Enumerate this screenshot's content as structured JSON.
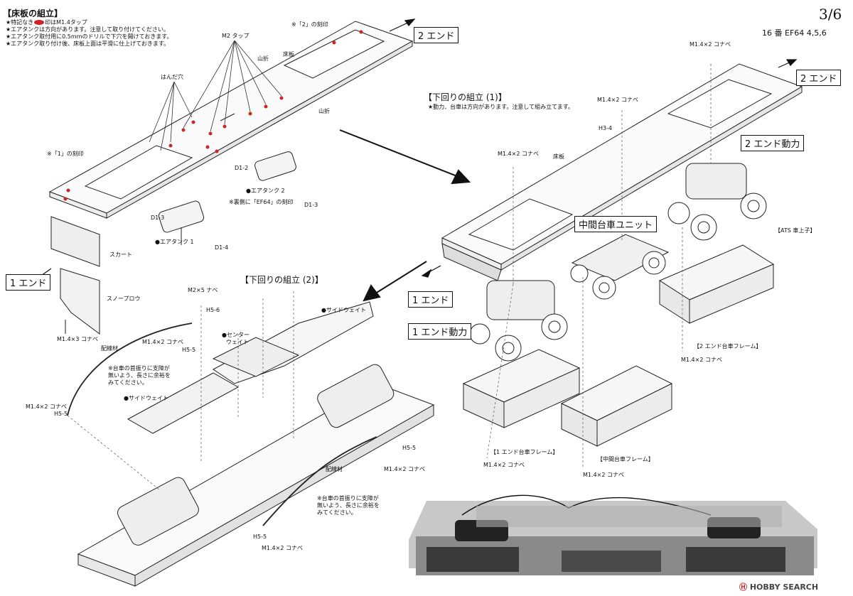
{
  "page": {
    "number": "3/6",
    "model": "16 番 EF64 4,5,6"
  },
  "section_floor": {
    "title": "【床板の組立】",
    "notes": [
      [
        "★特記なき",
        "印はM1.4タップ"
      ],
      [
        "★エアタンクは方向があります。注意して取り付けてください。"
      ],
      [
        "★エアタンク取付用に0.5mmのドリルで下穴を開けておきます。"
      ],
      [
        "★エアタンク取り付け後、床板上面は平滑に仕上げておきます。"
      ]
    ],
    "labels": {
      "m2_tap": "M2 タップ",
      "engrave2": "※「2」の刻印",
      "yamaori1": "山折",
      "yukaita": "床板",
      "yamaori2": "山折",
      "handa": "はんだ穴",
      "engrave1": "※「1」の刻印",
      "d12": "D1-2",
      "airtank2": "●エアタンク 2",
      "ef64_mark": "※裏側に「EF64」の刻印",
      "d13a": "D1-3",
      "d13b": "D1-3",
      "airtank1": "●エアタンク 1",
      "d14": "D1-4",
      "skirt": "スカート",
      "snowplow": "スノープロウ",
      "m14x3": "M1.4×3 コナベ"
    },
    "end2": "2 エンド",
    "end1": "1 エンド"
  },
  "section_under1": {
    "title": "【下回りの組立 (1)】",
    "note": "★動力、台車は方向があります。注意して組み立てます。",
    "labels": {
      "m14x2_top": "M1.4×2 コナベ",
      "m14x2_h": "M1.4×2 コナベ",
      "h34": "H3-4",
      "m14x2_left": "M1.4×2 コナベ",
      "yukaita": "床板",
      "ats": "【ATS 車上子】",
      "end2_frame": "【2 エンド台車フレーム】",
      "m14x2_end2": "M1.4×2 コナベ",
      "end1_frame": "【1 エンド台車フレーム】",
      "m14x2_end1": "M1.4×2 コナベ",
      "mid_frame": "【中間台車フレーム】",
      "m14x2_mid": "M1.4×2 コナベ"
    },
    "end2": "2 エンド",
    "end2_power": "2 エンド動力",
    "mid_unit": "中間台車ユニット",
    "end1": "1 エンド",
    "end1_power": "1 エンド動力"
  },
  "section_under2": {
    "title": "【下回りの組立 (2)】",
    "labels": {
      "m2x5": "M2×5 ナベ",
      "h56": "H5-6",
      "side_weight_top": "●サイドウェイト",
      "center_weight1": "●センター",
      "center_weight2": "ウェイト",
      "m14x2_a": "M1.4×2 コナベ",
      "h55_a": "H5-5",
      "wire1": "配線材",
      "note1a": "※台車の首振りに支障が",
      "note1b": "無いよう、長さに余裕を",
      "note1c": "みてください。",
      "side_weight_left": "●サイドウェイト",
      "m14x2_b": "M1.4×2 コナベ",
      "h55_b": "H5-5",
      "h55_c": "H5-5",
      "m14x2_c": "M1.4×2 コナベ",
      "wire2": "配線材",
      "note2a": "※台車の首振りに支障が",
      "note2b": "無いよう、長さに余裕を",
      "note2c": "みてください。",
      "h55_d": "H5-5",
      "m14x2_d": "M1.4×2 コナベ"
    }
  },
  "watermark": {
    "mark": "Ⓗ",
    "brand": "HOBBY SEARCH"
  }
}
